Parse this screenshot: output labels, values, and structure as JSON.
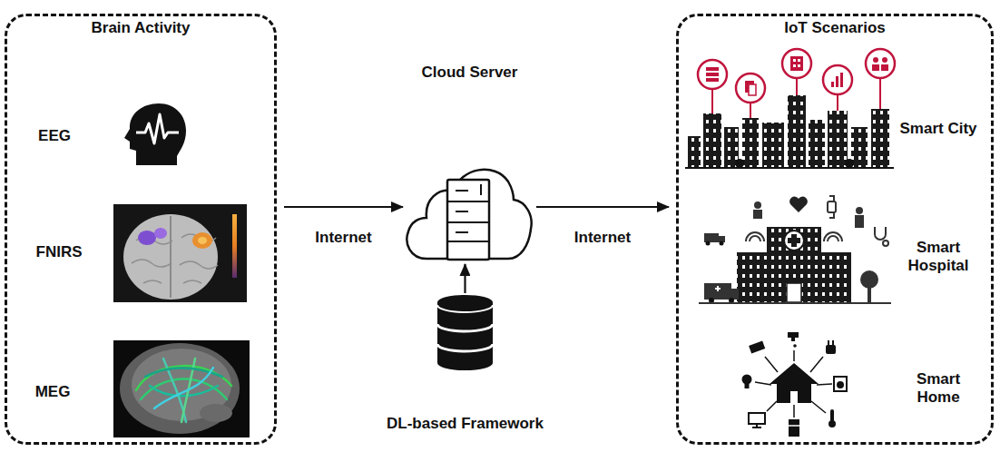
{
  "diagram": {
    "nodes": [
      {
        "text": [
          "Brain Activity"
        ]
      },
      {
        "text": [
          "Cloud Server"
        ]
      },
      {
        "text": [
          "DL-based Framework"
        ]
      },
      {
        "text": [
          "IoT Scenarios"
        ]
      }
    ],
    "edges": [
      {
        "from": 0,
        "to": 1,
        "arrow": "to",
        "label": "Internet"
      },
      {
        "from": 1,
        "to": 3,
        "arrow": "to",
        "label": "Internet"
      },
      {
        "from": 2,
        "to": 1,
        "arrow": "to"
      }
    ],
    "labels": [
      "EEG",
      "FNIRS",
      "MEG",
      "Smart City",
      "Smart Hospital",
      "Smart Home"
    ]
  }
}
